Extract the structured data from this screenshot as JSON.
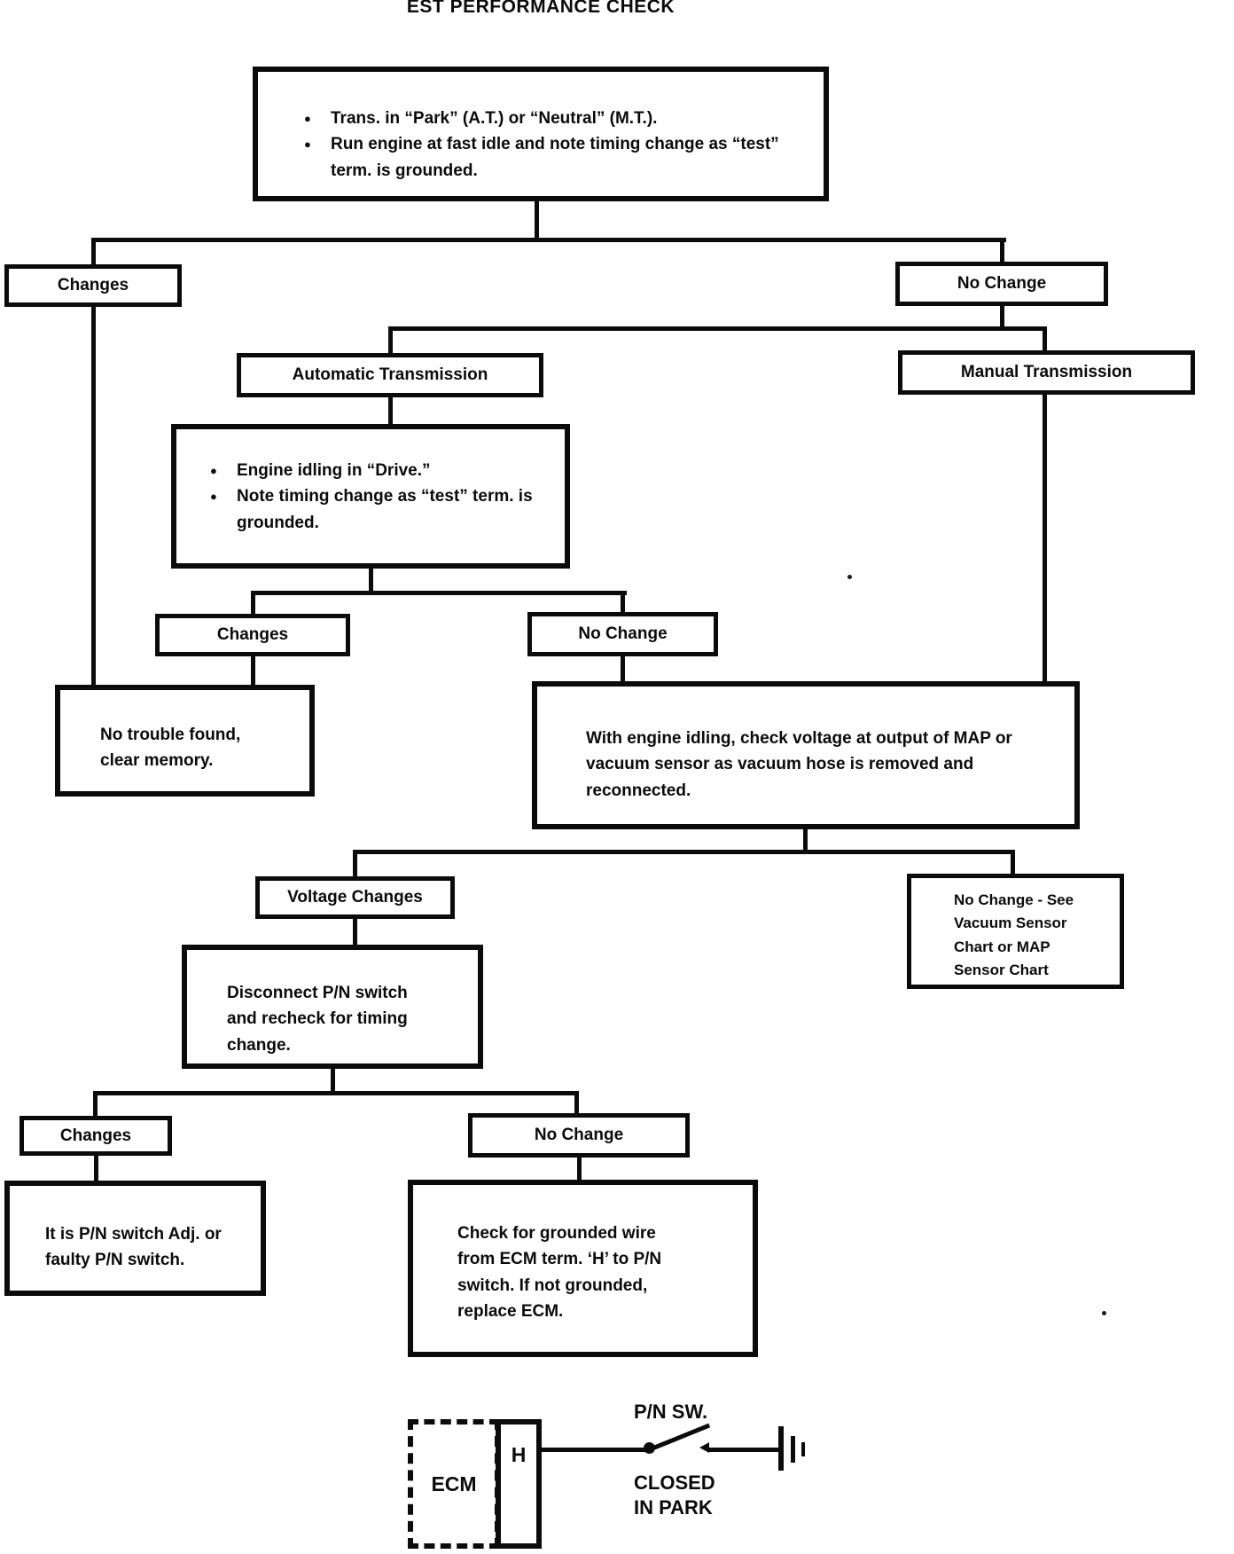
{
  "title": "EST PERFORMANCE CHECK",
  "colors": {
    "ink": "#0b0b0b",
    "paper": "#ffffff"
  },
  "flow": {
    "start": {
      "bullets": [
        "Trans. in “Park” (A.T.) or “Neutral” (M.T.).",
        "Run engine at fast idle and note timing change as “test” term. is grounded."
      ]
    },
    "changes_1": "Changes",
    "no_change_1": "No Change",
    "automatic_transmission": "Automatic Transmission",
    "manual_transmission": "Manual Transmission",
    "drive_check": {
      "bullets": [
        "Engine idling in “Drive.”",
        "Note timing change as “test” term. is grounded."
      ]
    },
    "changes_2": "Changes",
    "no_change_2": "No Change",
    "no_trouble": "No trouble found, clear memory.",
    "map_check": "With engine idling, check voltage at output of MAP or vacuum sensor as vacuum hose is removed and reconnected.",
    "voltage_changes": "Voltage Changes",
    "no_change_see_chart": "No Change - See Vacuum Sensor Chart or MAP Sensor Chart",
    "disconnect_pn": "Disconnect P/N switch and recheck for timing change.",
    "changes_3": "Changes",
    "no_change_3": "No Change",
    "pn_switch_adj": "It is P/N switch Adj. or faulty P/N switch.",
    "check_grounded": "Check for grounded wire from ECM term. ‘H’ to P/N switch. If not grounded, replace ECM."
  },
  "circuit": {
    "ecm": "ECM",
    "terminal": "H",
    "switch": "P/N SW.",
    "state_line1": "CLOSED",
    "state_line2": "IN PARK"
  }
}
